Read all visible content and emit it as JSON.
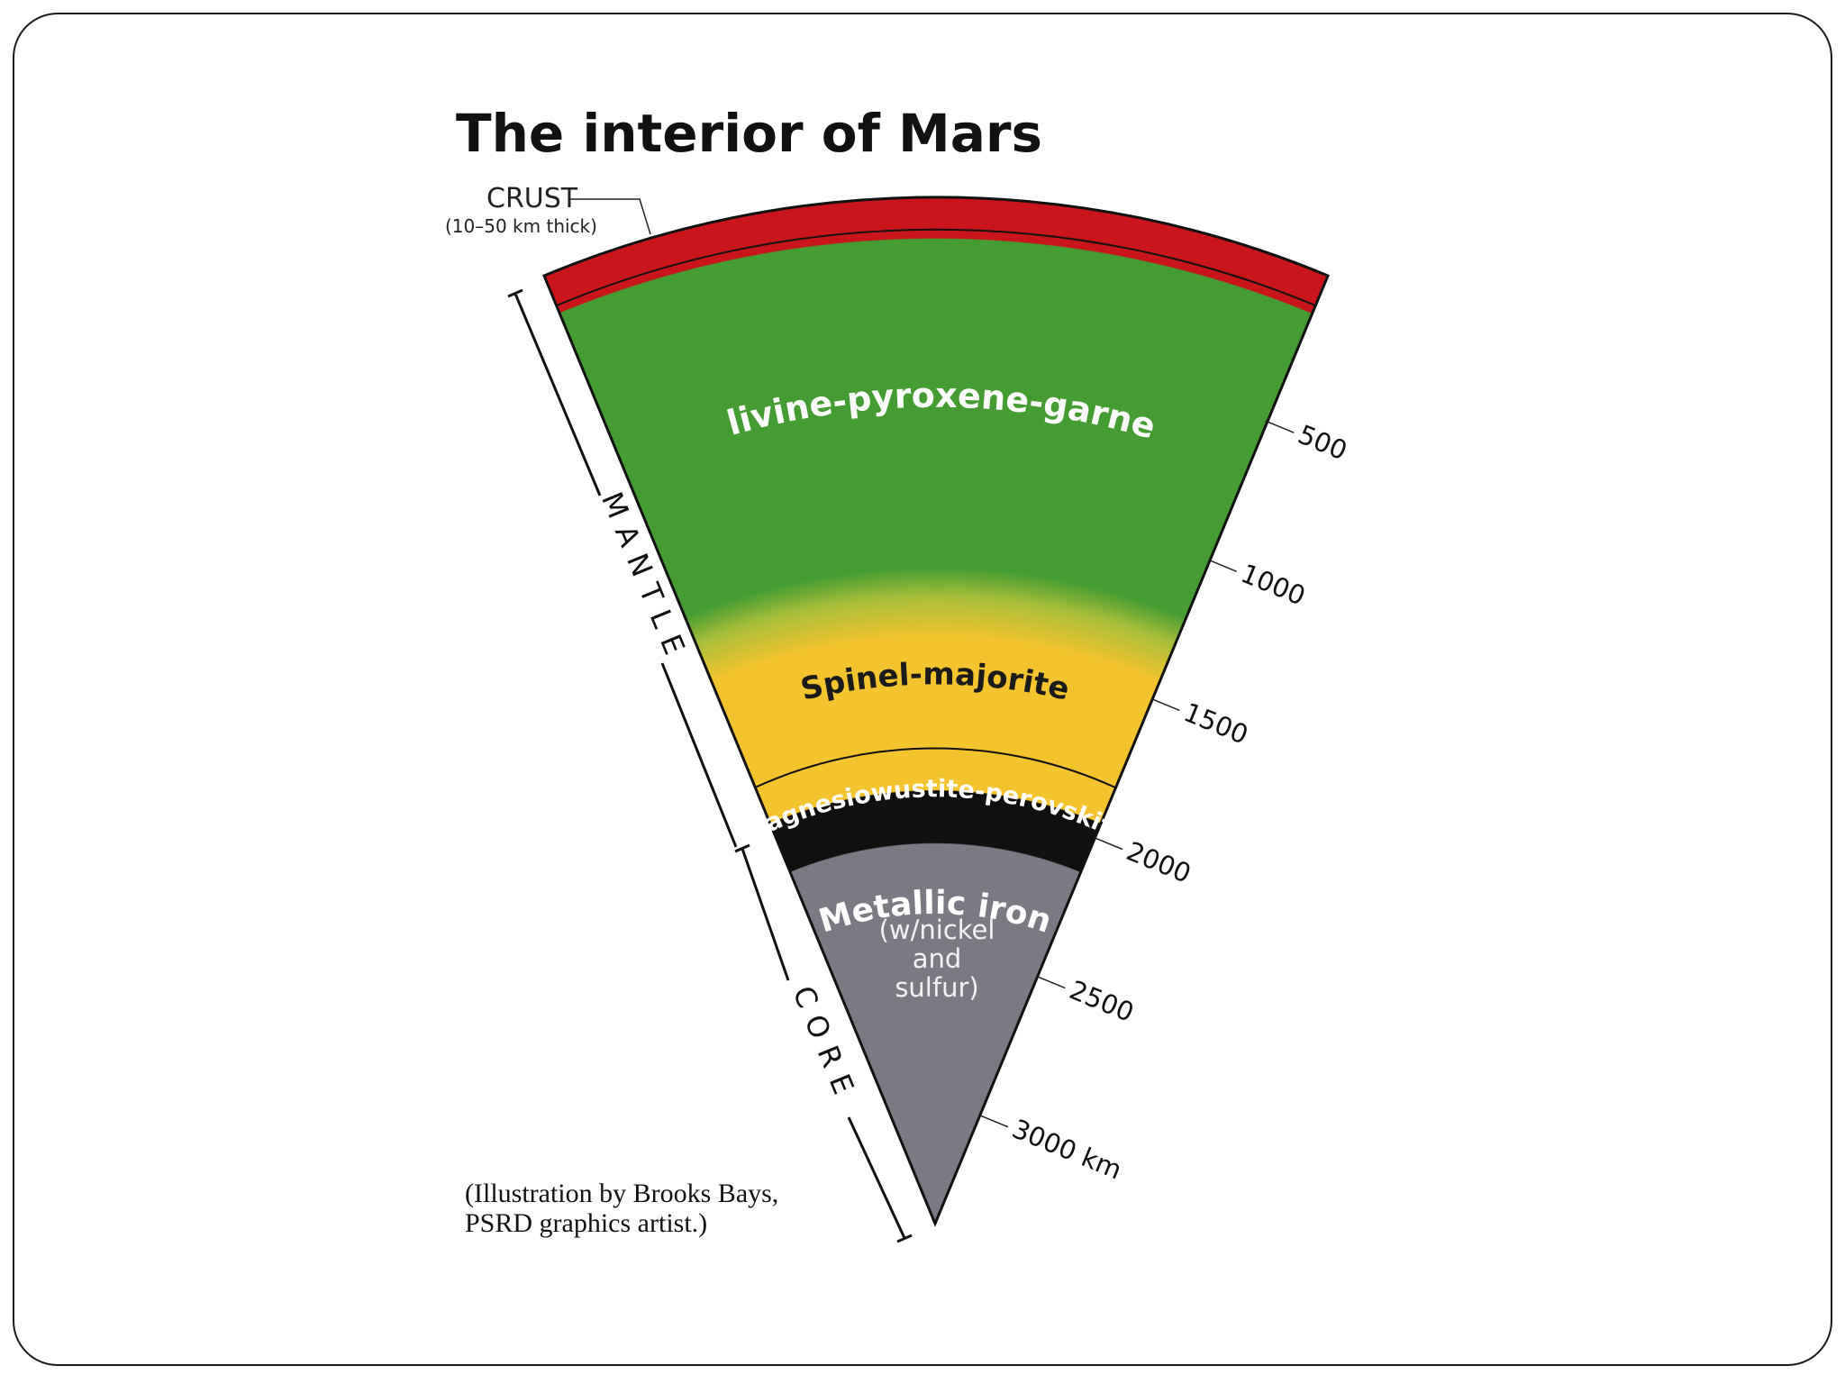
{
  "title": "The interior of Mars",
  "crust": {
    "label": "CRUST",
    "thickness_note": "(10–50 km thick)"
  },
  "layers": {
    "olivine": "Olivine-pyroxene-garnet",
    "spinel": "Spinel-majorite",
    "magnesio": "Magnesiowustite-perovskite",
    "core_title": "Metallic iron",
    "core_line1": "(w/nickel",
    "core_line2": "and",
    "core_line3": "sulfur)"
  },
  "brackets": {
    "mantle": "MANTLE",
    "core": "CORE"
  },
  "depth_scale": {
    "unit": "km",
    "ticks": [
      {
        "depth": 500,
        "label": "500"
      },
      {
        "depth": 1000,
        "label": "1000"
      },
      {
        "depth": 1500,
        "label": "1500"
      },
      {
        "depth": 2000,
        "label": "2000"
      },
      {
        "depth": 2500,
        "label": "2500"
      },
      {
        "depth": 3000,
        "label": "3000 km"
      }
    ]
  },
  "credit": {
    "line1": "(Illustration by Brooks Bays,",
    "line2": "PSRD graphics artist.)"
  },
  "colors": {
    "crust": "#c8141a",
    "olivine": "#449c32",
    "spinel": "#f4c42e",
    "magnesio": "#101010",
    "core": "#7b7a83"
  }
}
